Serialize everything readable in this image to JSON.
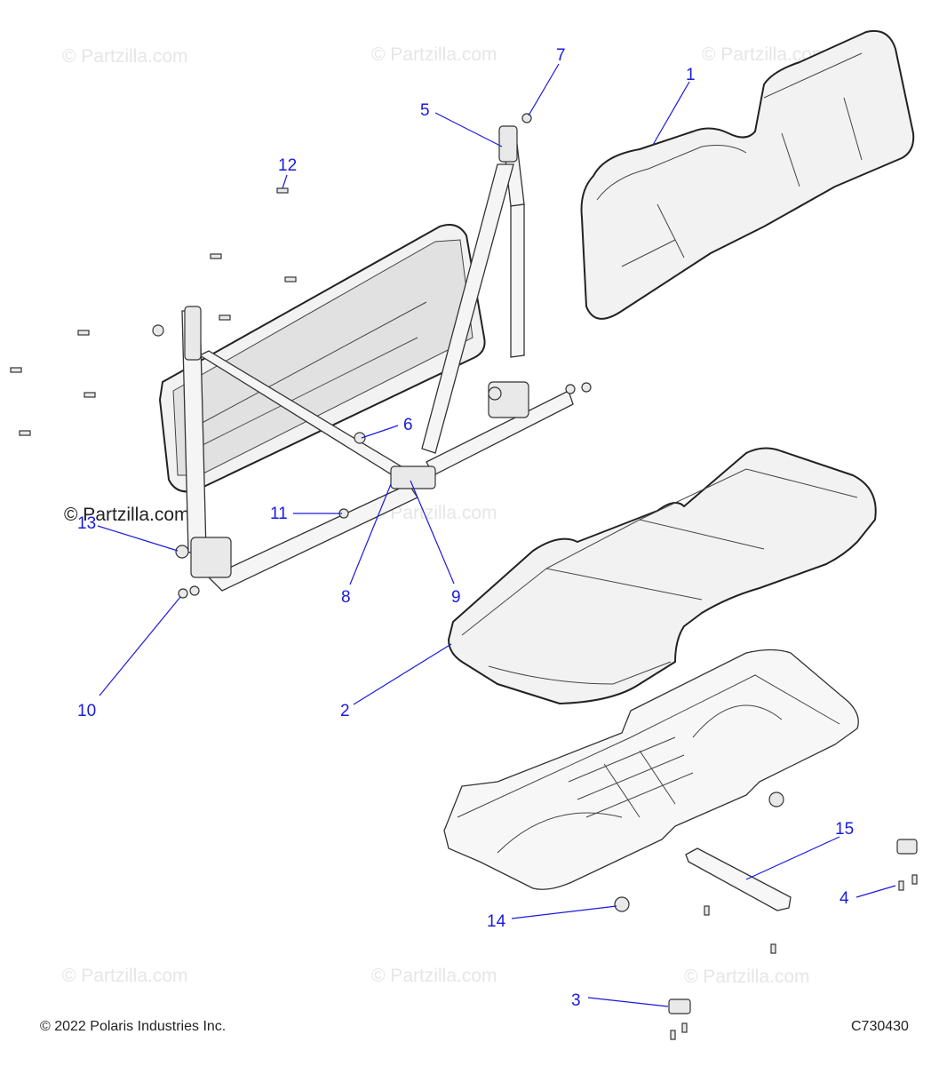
{
  "watermark": {
    "text": "© Partzilla.com"
  },
  "callouts": [
    {
      "id": "c1",
      "label": "1"
    },
    {
      "id": "c2",
      "label": "2"
    },
    {
      "id": "c3",
      "label": "3"
    },
    {
      "id": "c4",
      "label": "4"
    },
    {
      "id": "c5",
      "label": "5"
    },
    {
      "id": "c6",
      "label": "6"
    },
    {
      "id": "c7",
      "label": "7"
    },
    {
      "id": "c8",
      "label": "8"
    },
    {
      "id": "c9",
      "label": "9"
    },
    {
      "id": "c10",
      "label": "10"
    },
    {
      "id": "c11",
      "label": "11"
    },
    {
      "id": "c12",
      "label": "12"
    },
    {
      "id": "c13",
      "label": "13"
    },
    {
      "id": "c14",
      "label": "14"
    },
    {
      "id": "c15",
      "label": "15"
    }
  ],
  "footer": {
    "copyright": "© 2022 Polaris Industries Inc.",
    "diagram_code": "C730430"
  },
  "colors": {
    "callout": "#1a1adf",
    "watermark": "#e6e6e6"
  }
}
